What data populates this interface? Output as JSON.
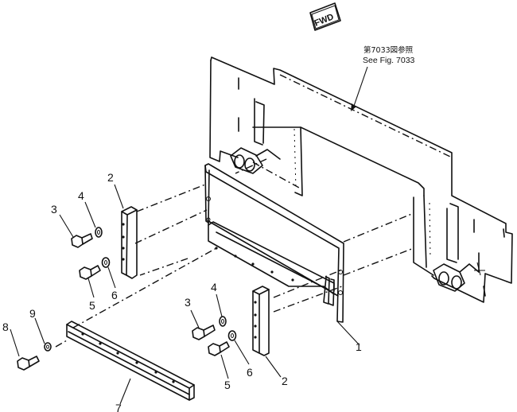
{
  "badge": {
    "text": "FWD"
  },
  "reference": {
    "line1": "第7033図参照",
    "line2": "See Fig. 7033"
  },
  "callouts": [
    {
      "id": "1",
      "text": "1"
    },
    {
      "id": "2a",
      "text": "2"
    },
    {
      "id": "2b",
      "text": "2"
    },
    {
      "id": "3a",
      "text": "3"
    },
    {
      "id": "3b",
      "text": "3"
    },
    {
      "id": "4a",
      "text": "4"
    },
    {
      "id": "4b",
      "text": "4"
    },
    {
      "id": "5a",
      "text": "5"
    },
    {
      "id": "5b",
      "text": "5"
    },
    {
      "id": "6a",
      "text": "6"
    },
    {
      "id": "6b",
      "text": "6"
    },
    {
      "id": "7",
      "text": "7"
    },
    {
      "id": "8",
      "text": "8"
    },
    {
      "id": "9",
      "text": "9"
    }
  ]
}
